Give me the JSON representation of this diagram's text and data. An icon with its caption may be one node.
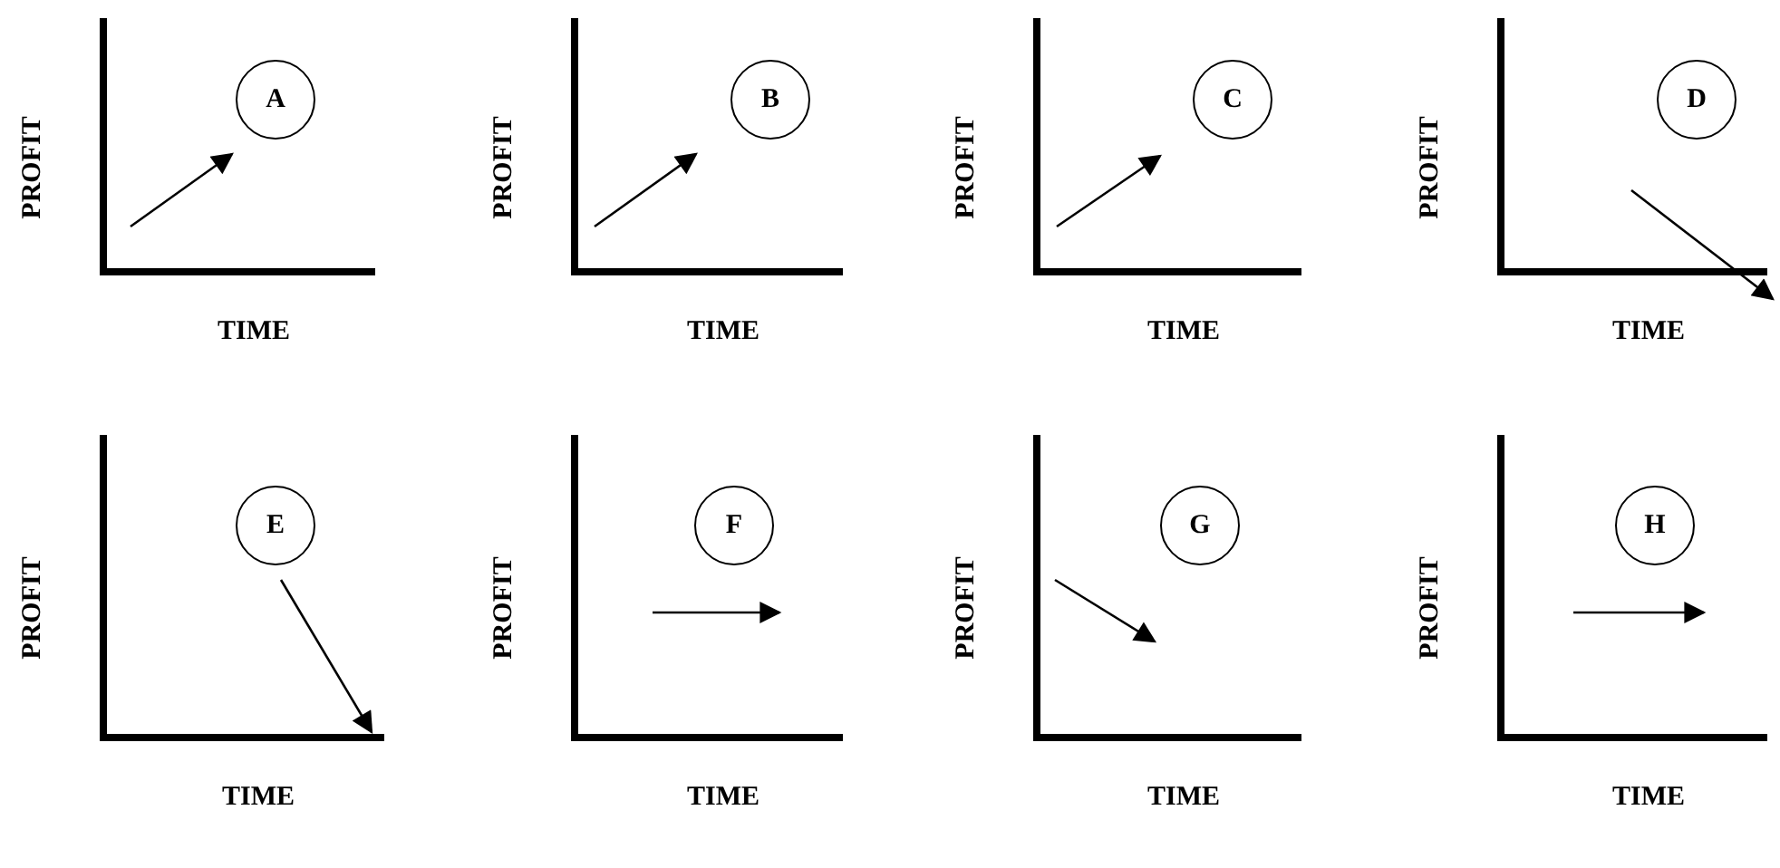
{
  "diagram": {
    "nodes": [
      {
        "text": [
          "A"
        ]
      },
      {
        "text": [
          "B"
        ]
      },
      {
        "text": [
          "C"
        ]
      },
      {
        "text": [
          "D"
        ]
      },
      {
        "text": [
          "E"
        ]
      },
      {
        "text": [
          "F"
        ]
      },
      {
        "text": [
          "G"
        ]
      },
      {
        "text": [
          "H"
        ]
      }
    ],
    "labels": [
      "PROFIT",
      "TIME",
      "PROFIT",
      "TIME",
      "PROFIT",
      "TIME",
      "PROFIT",
      "TIME",
      "PROFIT",
      "TIME",
      "PROFIT",
      "TIME",
      "PROFIT",
      "TIME",
      "PROFIT",
      "TIME"
    ]
  }
}
